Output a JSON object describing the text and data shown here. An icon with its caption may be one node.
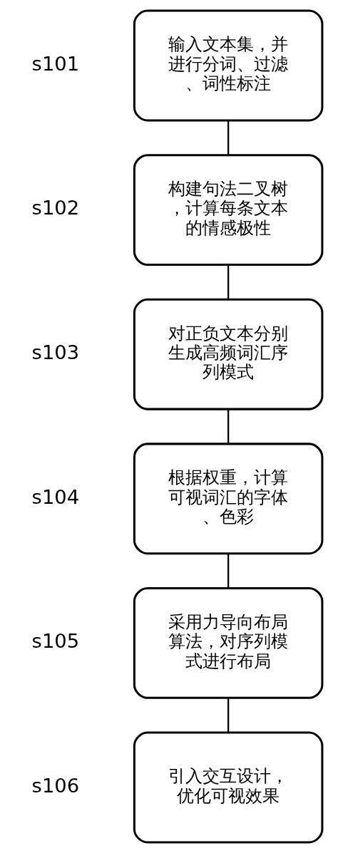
{
  "diagram": {
    "nodes": [
      {
        "text": [
          "输入文本集，并进行分词、过滤、词性标注"
        ],
        "beside": [
          "s101"
        ]
      },
      {
        "text": [
          "构建句法二叉树，计算每条文本的情感极性"
        ],
        "beside": [
          "s102"
        ]
      },
      {
        "text": [
          "对正负文本分别生成高频词汇序列模式"
        ],
        "beside": [
          "s103"
        ]
      },
      {
        "text": [
          "根据权重，计算可视词汇的字体、色彩"
        ],
        "beside": [
          "s104"
        ]
      },
      {
        "text": [
          "采用力导向布局算法，对序列模式进行布局"
        ],
        "beside": [
          "s105"
        ]
      },
      {
        "text": [
          "引入交互设计，优化可视效果"
        ],
        "beside": [
          "s106"
        ]
      }
    ],
    "edges": [
      {
        "from": 0,
        "to": 1,
        "arrow": "none"
      },
      {
        "from": 1,
        "to": 2,
        "arrow": "none"
      },
      {
        "from": 2,
        "to": 3,
        "arrow": "none"
      },
      {
        "from": 3,
        "to": 4,
        "arrow": "none"
      },
      {
        "from": 4,
        "to": 5,
        "arrow": "none"
      }
    ]
  }
}
